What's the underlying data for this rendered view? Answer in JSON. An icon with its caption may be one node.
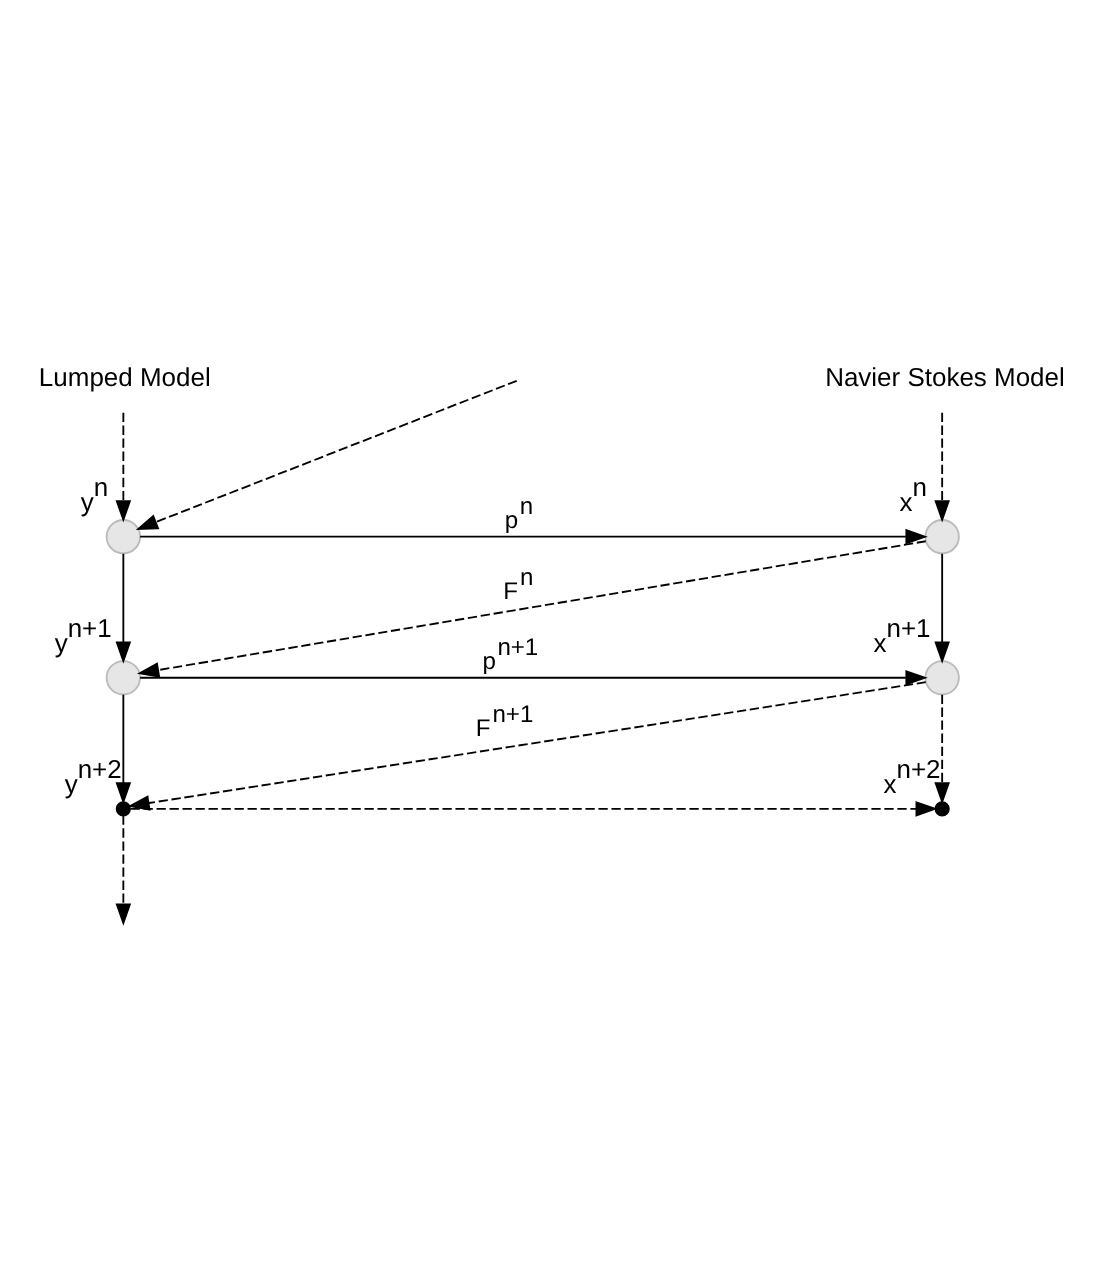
{
  "diagram": {
    "nodes": [
      {
        "text": [
          "Lumped Model"
        ]
      },
      {
        "text": [
          "Navier Stokes Model"
        ]
      },
      {
        "text": [],
        "shape": "circle",
        "beside": [
          "y$^{n}$"
        ]
      },
      {
        "text": [],
        "shape": "circle",
        "beside": [
          "x$^{n}$"
        ]
      },
      {
        "text": [],
        "shape": "circle",
        "beside": [
          "y$^{n+1}$"
        ]
      },
      {
        "text": [],
        "shape": "circle",
        "beside": [
          "x$^{n+1}$"
        ]
      },
      {
        "text": [],
        "shape": "point",
        "beside": [
          "y$^{n+2}$"
        ]
      },
      {
        "text": [],
        "shape": "point",
        "beside": [
          "x$^{n+2}$"
        ]
      }
    ],
    "edges": [
      {
        "from": 0,
        "to": 2,
        "arrow": "to",
        "style": "dashed"
      },
      {
        "from": 1,
        "to": 3,
        "arrow": "to",
        "style": "dashed"
      },
      {
        "from": null,
        "to": 2,
        "arrow": "to",
        "style": "dashed"
      },
      {
        "from": 2,
        "to": 3,
        "arrow": "to",
        "label": "p$^{n}$"
      },
      {
        "from": 3,
        "to": 4,
        "arrow": "to",
        "style": "dashed",
        "label": "F$^{n}$"
      },
      {
        "from": 2,
        "to": 4,
        "arrow": "to"
      },
      {
        "from": 3,
        "to": 5,
        "arrow": "to"
      },
      {
        "from": 4,
        "to": 5,
        "arrow": "to",
        "label": "p$^{n+1}$"
      },
      {
        "from": 5,
        "to": 6,
        "arrow": "to",
        "style": "dashed",
        "label": "F$^{n+1}$"
      },
      {
        "from": 4,
        "to": 6,
        "arrow": "to"
      },
      {
        "from": 5,
        "to": 7,
        "arrow": "to",
        "style": "dashed"
      },
      {
        "from": 6,
        "to": 7,
        "arrow": "to",
        "style": "dashed"
      },
      {
        "from": 6,
        "to": null,
        "arrow": "to",
        "style": "dashed"
      }
    ]
  }
}
